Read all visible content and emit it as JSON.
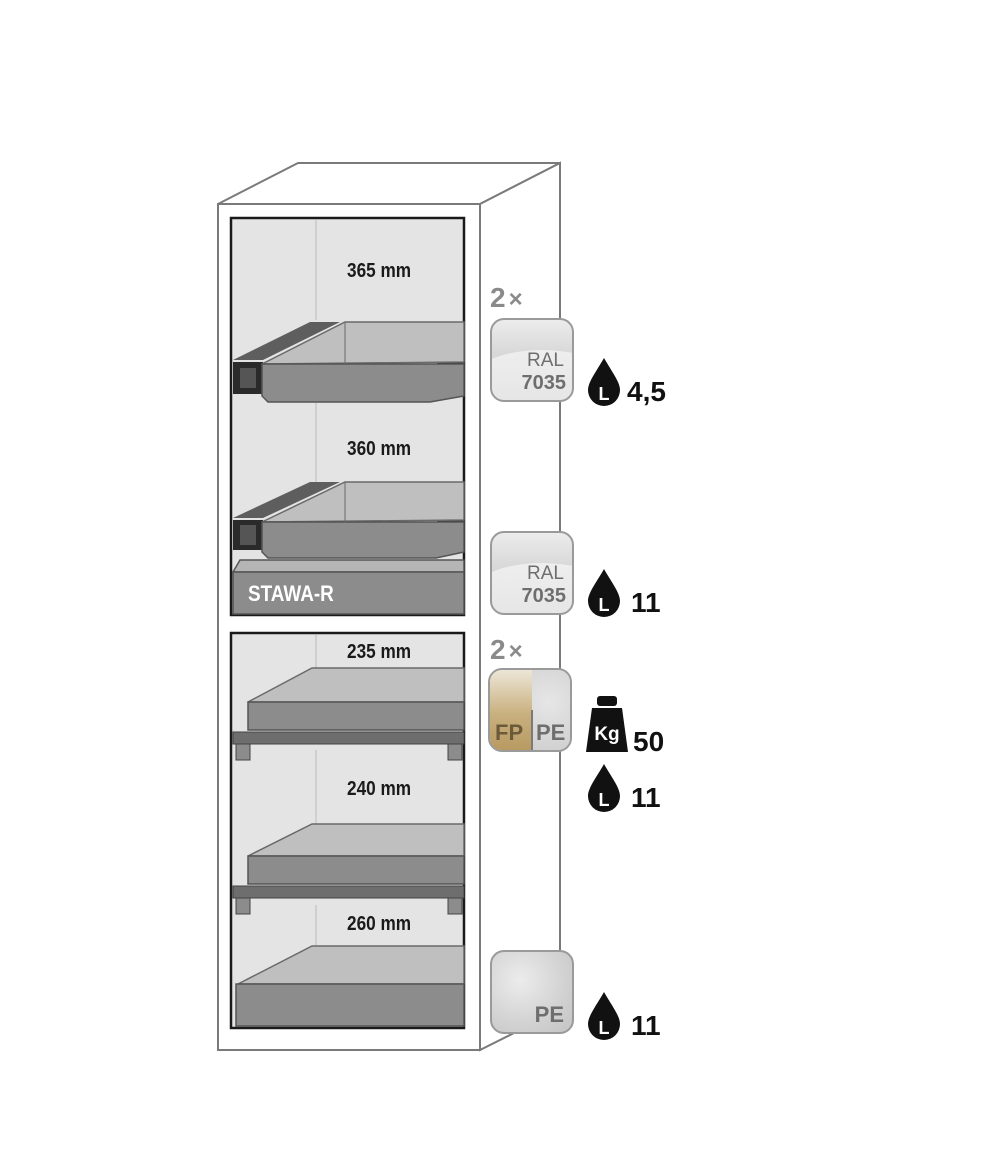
{
  "compartments": {
    "upper": {
      "shelf_1_height": "365 mm",
      "shelf_2_height": "360 mm",
      "sump_label": "STAWA-R"
    },
    "lower": {
      "shelf_1_height": "235 mm",
      "shelf_2_height": "240 mm",
      "shelf_3_height": "260 mm"
    }
  },
  "specs": {
    "row1": {
      "quantity": "2",
      "quantity_symbol": "×",
      "material_line1": "RAL",
      "material_line2": "7035",
      "volume_icon_letter": "L",
      "volume": "4,5"
    },
    "row2": {
      "material_line1": "RAL",
      "material_line2": "7035",
      "volume_icon_letter": "L",
      "volume": "11"
    },
    "row3": {
      "quantity": "2",
      "quantity_symbol": "×",
      "material_left": "FP",
      "material_right": "PE",
      "weight_icon_text": "Kg",
      "load": "50",
      "volume_icon_letter": "L",
      "volume": "11"
    },
    "row4": {
      "material": "PE",
      "volume_icon_letter": "L",
      "volume": "11"
    }
  },
  "colors": {
    "cabinet_outline": "#7a7a7a",
    "interior": "#e4e4e4",
    "tray": "#8c8c8c",
    "tray_dark": "#5e5e5e",
    "drop_icon": "#111111"
  }
}
